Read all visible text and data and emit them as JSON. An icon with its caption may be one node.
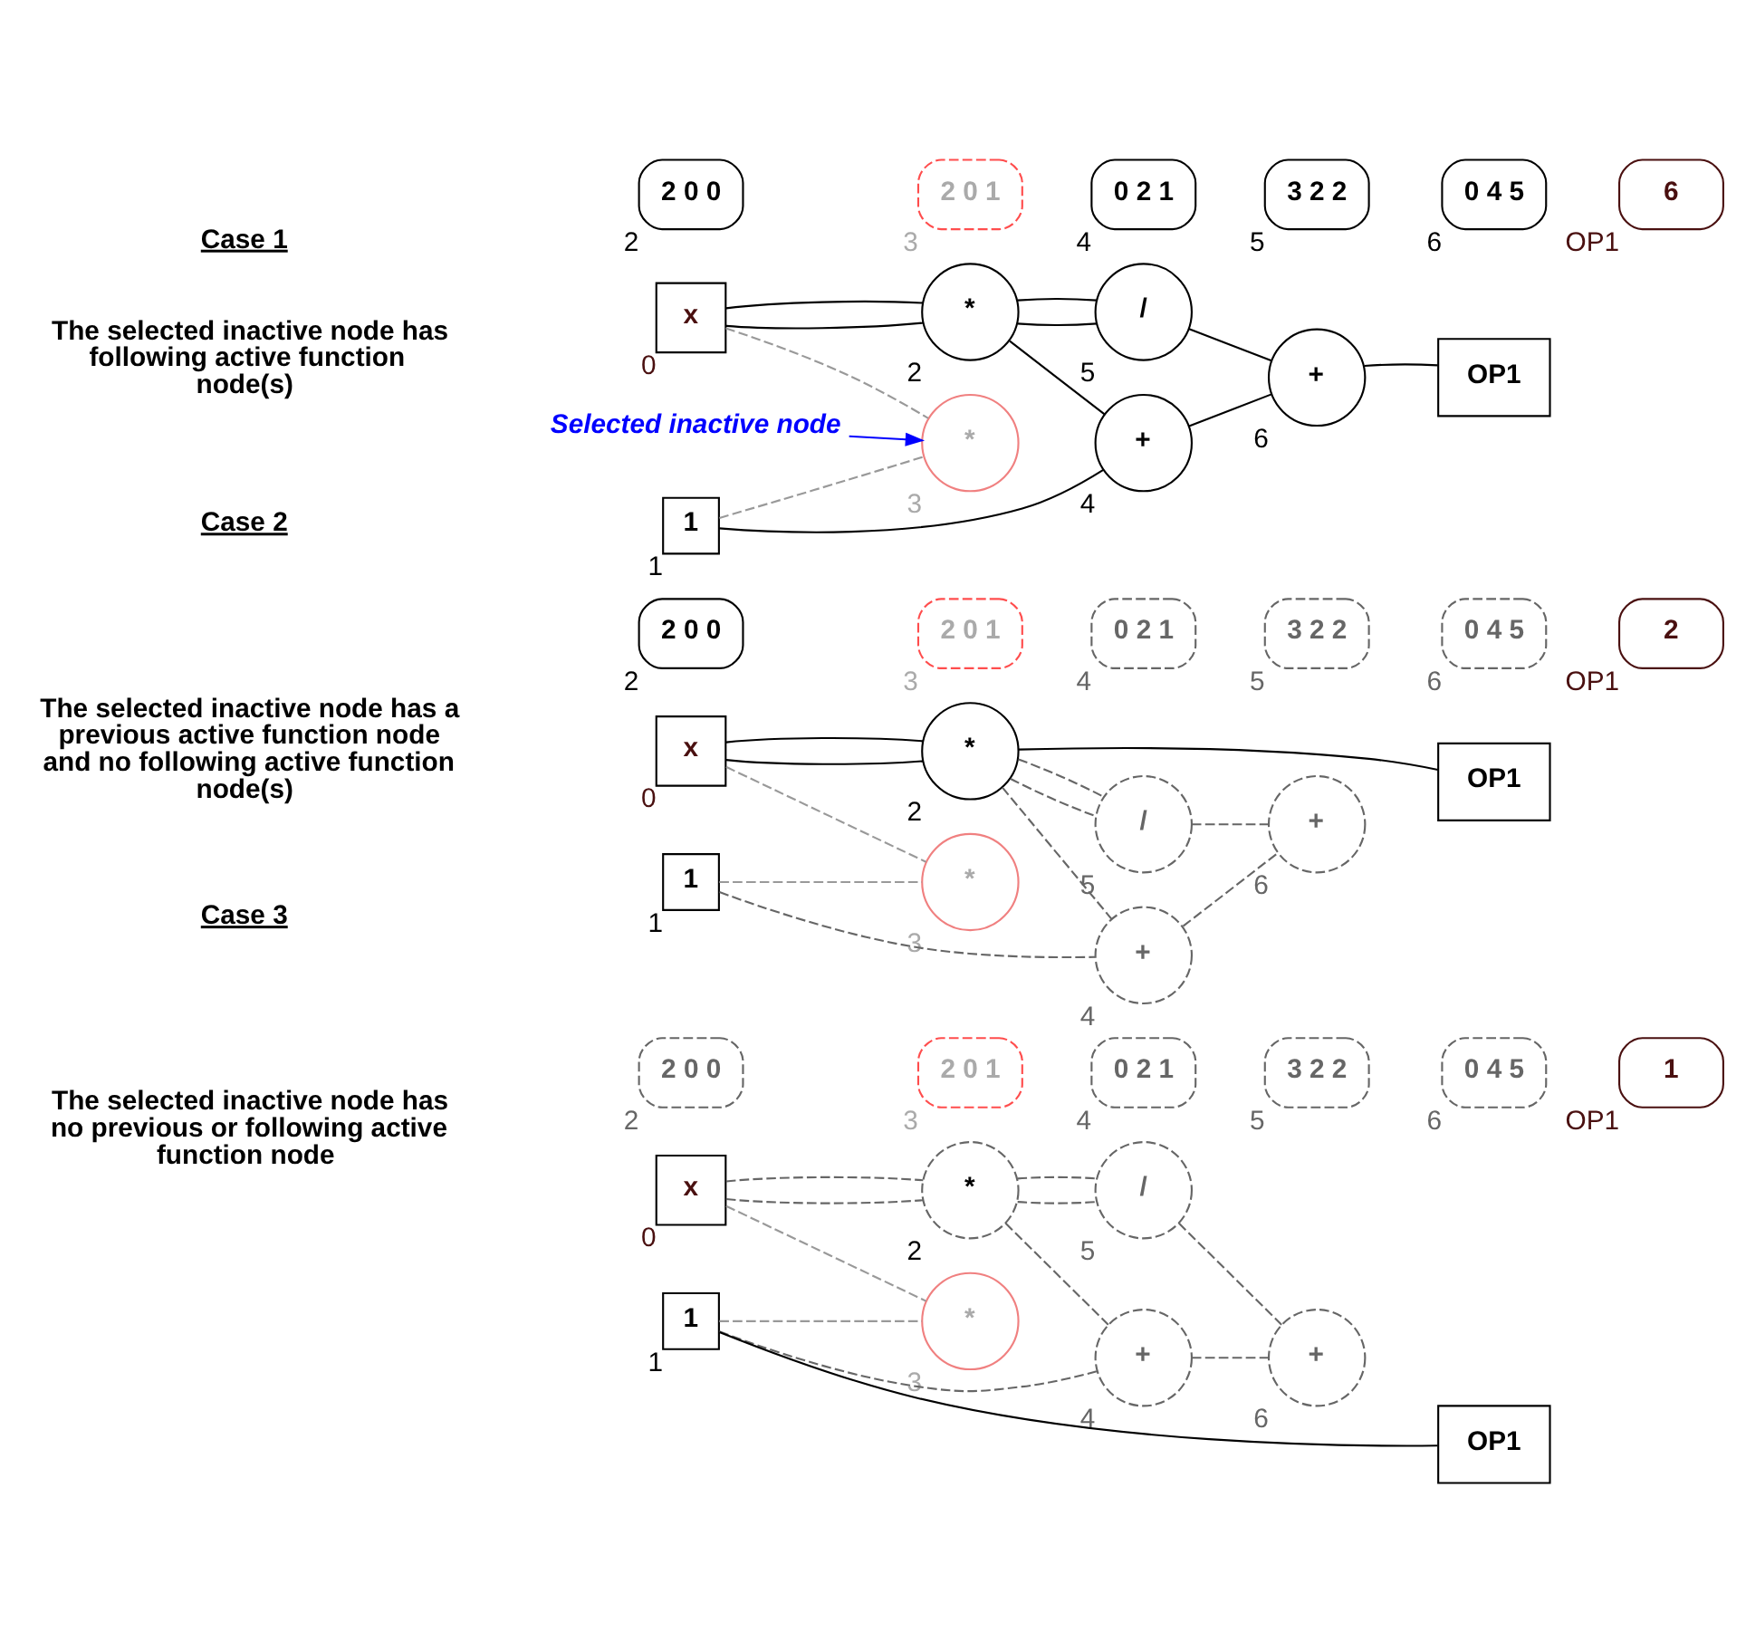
{
  "diagram": {
    "nodes": [
      {
        "text": [
          "2 0 0"
        ],
        "beside": [
          "2"
        ]
      },
      {
        "text": [
          "2 0 1"
        ],
        "beside": [
          "3"
        ]
      },
      {
        "text": [
          "0 2 1"
        ],
        "beside": [
          "4"
        ]
      },
      {
        "text": [
          "3 2 2"
        ],
        "beside": [
          "5"
        ]
      },
      {
        "text": [
          "0 4 5"
        ],
        "beside": [
          "6"
        ]
      },
      {
        "text": [
          "6"
        ],
        "beside": [
          "OP1"
        ]
      },
      {
        "text": [
          "x"
        ],
        "beside": [
          "0"
        ]
      },
      {
        "text": [
          "*"
        ],
        "beside": [
          "2"
        ]
      },
      {
        "text": [
          "+"
        ],
        "beside": [
          "4"
        ]
      },
      {
        "text": [
          "OP1"
        ]
      },
      {
        "text": [
          "1"
        ],
        "beside": [
          "1"
        ]
      },
      {
        "text": [
          "*"
        ],
        "beside": [
          "3"
        ]
      },
      {
        "text": [
          "/"
        ],
        "beside": [
          "5"
        ]
      },
      {
        "text": [
          "+"
        ],
        "beside": [
          "6"
        ]
      },
      {
        "text": [
          "2 0 0"
        ],
        "beside": [
          "2"
        ]
      },
      {
        "text": [
          "2 0 1"
        ],
        "beside": [
          "3"
        ]
      },
      {
        "text": [
          "0 2 1"
        ],
        "beside": [
          "4"
        ]
      },
      {
        "text": [
          "3 2 2"
        ],
        "beside": [
          "5"
        ]
      },
      {
        "text": [
          "0 4 5"
        ],
        "beside": [
          "6"
        ]
      },
      {
        "text": [
          "2"
        ],
        "beside": [
          "OP1"
        ]
      },
      {
        "text": [
          "x"
        ],
        "beside": [
          "0"
        ]
      },
      {
        "text": [
          "*"
        ],
        "beside": [
          "2"
        ]
      },
      {
        "text": [
          "+"
        ],
        "beside": [
          "4"
        ]
      },
      {
        "text": [
          "OP1"
        ]
      },
      {
        "text": [
          "1"
        ],
        "beside": [
          "1"
        ]
      },
      {
        "text": [
          "*"
        ],
        "beside": [
          "3"
        ]
      },
      {
        "text": [
          "/"
        ],
        "beside": [
          "5"
        ]
      },
      {
        "text": [
          "+"
        ],
        "beside": [
          "6"
        ]
      },
      {
        "text": [
          "2 0 0"
        ],
        "beside": [
          "2"
        ]
      },
      {
        "text": [
          "2 0 1"
        ],
        "beside": [
          "3"
        ]
      },
      {
        "text": [
          "0 2 1"
        ],
        "beside": [
          "4"
        ]
      },
      {
        "text": [
          "3 2 2"
        ],
        "beside": [
          "5"
        ]
      },
      {
        "text": [
          "0 4 5"
        ],
        "beside": [
          "6"
        ]
      },
      {
        "text": [
          "1"
        ],
        "beside": [
          "OP1"
        ]
      },
      {
        "text": [
          "x"
        ],
        "beside": [
          "0"
        ]
      },
      {
        "text": [
          "*"
        ],
        "beside": [
          "2"
        ]
      },
      {
        "text": [
          "+"
        ],
        "beside": [
          "4"
        ]
      },
      {
        "text": [
          "OP1"
        ]
      },
      {
        "text": [
          "1"
        ],
        "beside": [
          "1"
        ]
      },
      {
        "text": [
          "*"
        ],
        "beside": [
          "3"
        ]
      },
      {
        "text": [
          "/"
        ],
        "beside": [
          "5"
        ]
      },
      {
        "text": [
          "+"
        ],
        "beside": [
          "6"
        ]
      },
      {
        "text": [
          "Selected inactive node"
        ]
      }
    ],
    "edges": [
      {
        "from": 6,
        "to": 7,
        "arrow": "none",
        "color": "#000000"
      },
      {
        "from": 6,
        "to": 7,
        "arrow": "none",
        "color": "#000000"
      },
      {
        "from": 6,
        "to": 11,
        "arrow": "none",
        "style": "dashed",
        "color": "#999999"
      },
      {
        "from": 10,
        "to": 11,
        "arrow": "none",
        "style": "dashed",
        "color": "#999999"
      },
      {
        "from": 7,
        "to": 8,
        "arrow": "none",
        "color": "#000000"
      },
      {
        "from": 10,
        "to": 8,
        "arrow": "none",
        "color": "#000000"
      },
      {
        "from": 7,
        "to": 12,
        "arrow": "none",
        "color": "#000000"
      },
      {
        "from": 7,
        "to": 12,
        "arrow": "none",
        "color": "#000000"
      },
      {
        "from": 8,
        "to": 13,
        "arrow": "none",
        "color": "#000000"
      },
      {
        "from": 12,
        "to": 13,
        "arrow": "none",
        "color": "#000000"
      },
      {
        "from": 13,
        "to": 9,
        "arrow": "none",
        "color": "#000000"
      },
      {
        "from": 42,
        "to": 11,
        "arrow": "to",
        "color": "#0000ff"
      },
      {
        "from": 20,
        "to": 21,
        "arrow": "none",
        "color": "#000000"
      },
      {
        "from": 20,
        "to": 21,
        "arrow": "none",
        "color": "#000000"
      },
      {
        "from": 20,
        "to": 25,
        "arrow": "none",
        "style": "dashed",
        "color": "#999999"
      },
      {
        "from": 24,
        "to": 25,
        "arrow": "none",
        "style": "dashed",
        "color": "#999999"
      },
      {
        "from": 21,
        "to": 22,
        "arrow": "none",
        "style": "dashed"
      },
      {
        "from": 24,
        "to": 22,
        "arrow": "none",
        "style": "dashed"
      },
      {
        "from": 21,
        "to": 26,
        "arrow": "none",
        "style": "dashed"
      },
      {
        "from": 21,
        "to": 26,
        "arrow": "none",
        "style": "dashed"
      },
      {
        "from": 22,
        "to": 27,
        "arrow": "none",
        "style": "dashed"
      },
      {
        "from": 26,
        "to": 27,
        "arrow": "none",
        "style": "dashed"
      },
      {
        "from": 21,
        "to": 23,
        "arrow": "none",
        "color": "#000000"
      },
      {
        "from": 34,
        "to": 35,
        "arrow": "none",
        "style": "dashed"
      },
      {
        "from": 34,
        "to": 35,
        "arrow": "none",
        "style": "dashed"
      },
      {
        "from": 34,
        "to": 39,
        "arrow": "none",
        "style": "dashed",
        "color": "#999999"
      },
      {
        "from": 38,
        "to": 39,
        "arrow": "none",
        "style": "dashed",
        "color": "#999999"
      },
      {
        "from": 35,
        "to": 36,
        "arrow": "none",
        "style": "dashed"
      },
      {
        "from": 38,
        "to": 36,
        "arrow": "none",
        "style": "dashed"
      },
      {
        "from": 35,
        "to": 40,
        "arrow": "none",
        "style": "dashed"
      },
      {
        "from": 35,
        "to": 40,
        "arrow": "none",
        "style": "dashed"
      },
      {
        "from": 36,
        "to": 41,
        "arrow": "none",
        "style": "dashed"
      },
      {
        "from": 40,
        "to": 41,
        "arrow": "none",
        "style": "dashed"
      },
      {
        "from": 38,
        "to": 37,
        "arrow": "none",
        "color": "#000000"
      }
    ],
    "labels": [
      "Case 1",
      "The selected inactive node has following active function node(s)",
      "Case 2",
      "The selected inactive node has a previous active function node and no following active function node(s)",
      "Case 3",
      "The selected inactive node has no previous or following active function node"
    ]
  }
}
